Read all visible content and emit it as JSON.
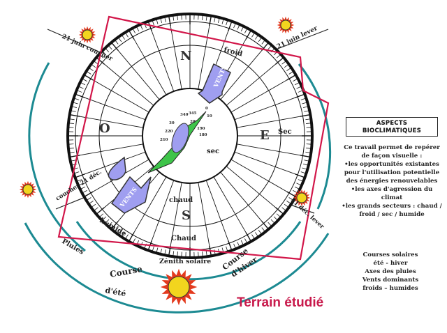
{
  "compass": {
    "north": "N",
    "south": "S",
    "east": "E",
    "west": "O",
    "froid": "froid",
    "sec_right": "Sec",
    "sec_inner": "sec",
    "chaud_inner": "chaud",
    "chaud_bottom": "Chaud",
    "humide": "humide",
    "vents_top": "VENTS",
    "vents_bottom": "VENTS",
    "bearing_340": "340",
    "bearing_345": "345",
    "bearing_0": "0",
    "bearing_10": "10",
    "bearing_20": "20",
    "bearing_30": "30",
    "bearing_220": "220",
    "bearing_210": "210",
    "bearing_190": "190",
    "bearing_180": "180"
  },
  "sun_labels": {
    "june_sunset": "21 juin coucher",
    "june_sunrise": "21 juin lever",
    "dec_sunset": "coucher 21 déc.",
    "dec_sunrise": "21 déc. lever",
    "zenith": "Zénith solaire"
  },
  "arcs": {
    "pluies": "Pluies",
    "course_ete_1": "Course",
    "course_ete_2": "d'été",
    "course_hiver_1": "Course",
    "course_hiver_2": "d'hiver"
  },
  "aspects": {
    "title_line1": "ASPECTS",
    "title_line2": "BIOCLIMATIQUES",
    "intro": "Ce travail permet de repérer de façon visuelle :",
    "items": [
      "•les opportunités existantes pour l'utilisation potentielle des énergies renouvelables",
      "•les axes d'agression du climat",
      "•les grands secteurs : chaud / froid / sec / humide"
    ]
  },
  "legend": {
    "line1": "Courses solaires",
    "line2": "été - hiver",
    "line3": "Axes des pluies",
    "line4": "Vents dominants",
    "line5": "froids – humides"
  },
  "terrain_label": "Terrain étudié",
  "colors": {
    "terrain_outline": "#d2174a",
    "arc": "#1c8a92",
    "arrow_fill": "#9f9ef0",
    "green_sector": "#3ec44a",
    "sun_fill": "#f2d51e",
    "sun_ray": "#e33a1e"
  }
}
